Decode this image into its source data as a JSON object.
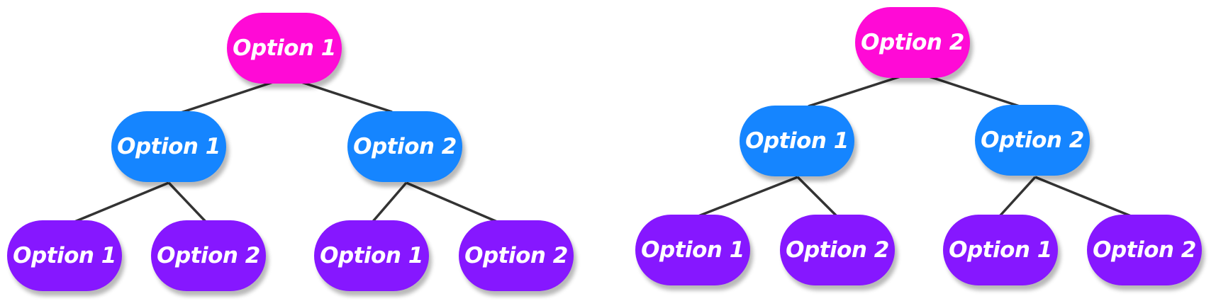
{
  "colors": {
    "root": "#ff0ad6",
    "level2": "#1585ff",
    "level3": "#8617ff",
    "edge": "#333333"
  },
  "trees": [
    {
      "root": "Option 1",
      "children": [
        {
          "label": "Option 1",
          "children": [
            "Option 1",
            "Option 2"
          ]
        },
        {
          "label": "Option 2",
          "children": [
            "Option 1",
            "Option 2"
          ]
        }
      ]
    },
    {
      "root": "Option 2",
      "children": [
        {
          "label": "Option 1",
          "children": [
            "Option 1",
            "Option 2"
          ]
        },
        {
          "label": "Option 2",
          "children": [
            "Option 1",
            "Option 2"
          ]
        }
      ]
    }
  ]
}
